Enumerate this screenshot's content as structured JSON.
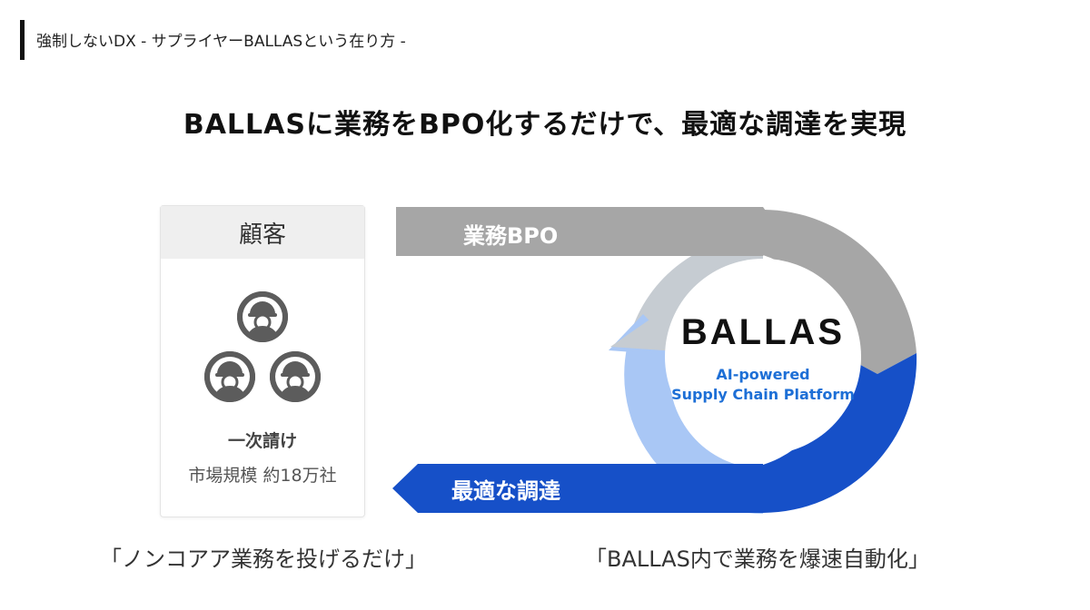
{
  "header": {
    "text": "強制しないDX - サプライヤーBALLASという在り方 -"
  },
  "title": "BALLASに業務をBPO化するだけで、最適な調達を実現",
  "customer": {
    "heading": "顧客",
    "icon": "worker-helmet-icon",
    "tier": "一次請け",
    "market": "市場規模 約18万社"
  },
  "flow": {
    "top_arrow": "業務BPO",
    "bottom_arrow": "最適な調達",
    "center_logo": "BALLAS",
    "tagline_1": "AI-powered",
    "tagline_2": "Supply Chain Platform"
  },
  "quotes": {
    "left": "「ノンコアア業務を投げるだけ」",
    "right": "「BALLAS内で業務を爆速自動化」"
  },
  "colors": {
    "gray_arrow": "#a6a6a6",
    "light_gray_ring": "#c6ccd2",
    "light_blue_ring": "#a9c7f5",
    "dark_blue": "#1650c8",
    "tagline_blue": "#1d6fd6"
  }
}
